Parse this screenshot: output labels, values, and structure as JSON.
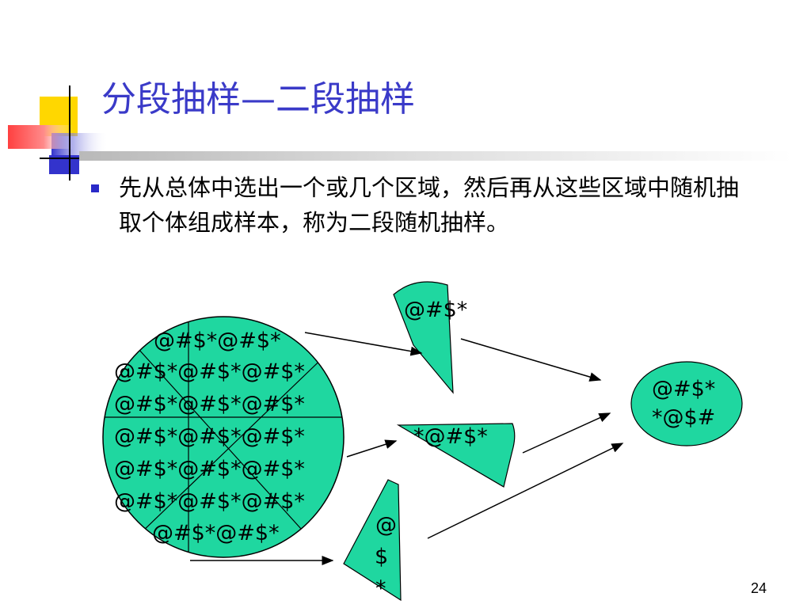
{
  "slide": {
    "title": "分段抽样—二段抽样",
    "bullet_text": "先从总体中选出一个或几个区域，然后再从这些区域中随机抽取个体组成样本，称为二段随机抽样。",
    "page_number": "24"
  },
  "diagram": {
    "population_rows": [
      "@#$*@#$*",
      "@#$*@#$*@#$*",
      "@#$*@#$*@#$*",
      "@#$*@#$*@#$*",
      "@#$*@#$*@#$*",
      "@#$*@#$*@#$*",
      "@#$*@#$*"
    ],
    "region_1_label": "@#$*",
    "region_2_label": "*@#$*",
    "region_3_lines": [
      "@",
      "$",
      "*"
    ],
    "sample_lines": [
      "@#$*",
      "*@$#"
    ]
  },
  "colors": {
    "fill": "#1fd7a0",
    "title": "#3a3ac8",
    "bullet": "#2a2ac8",
    "logo_yellow": "#ffd700",
    "logo_blue": "#3333cc",
    "logo_red": "#ff4040"
  }
}
